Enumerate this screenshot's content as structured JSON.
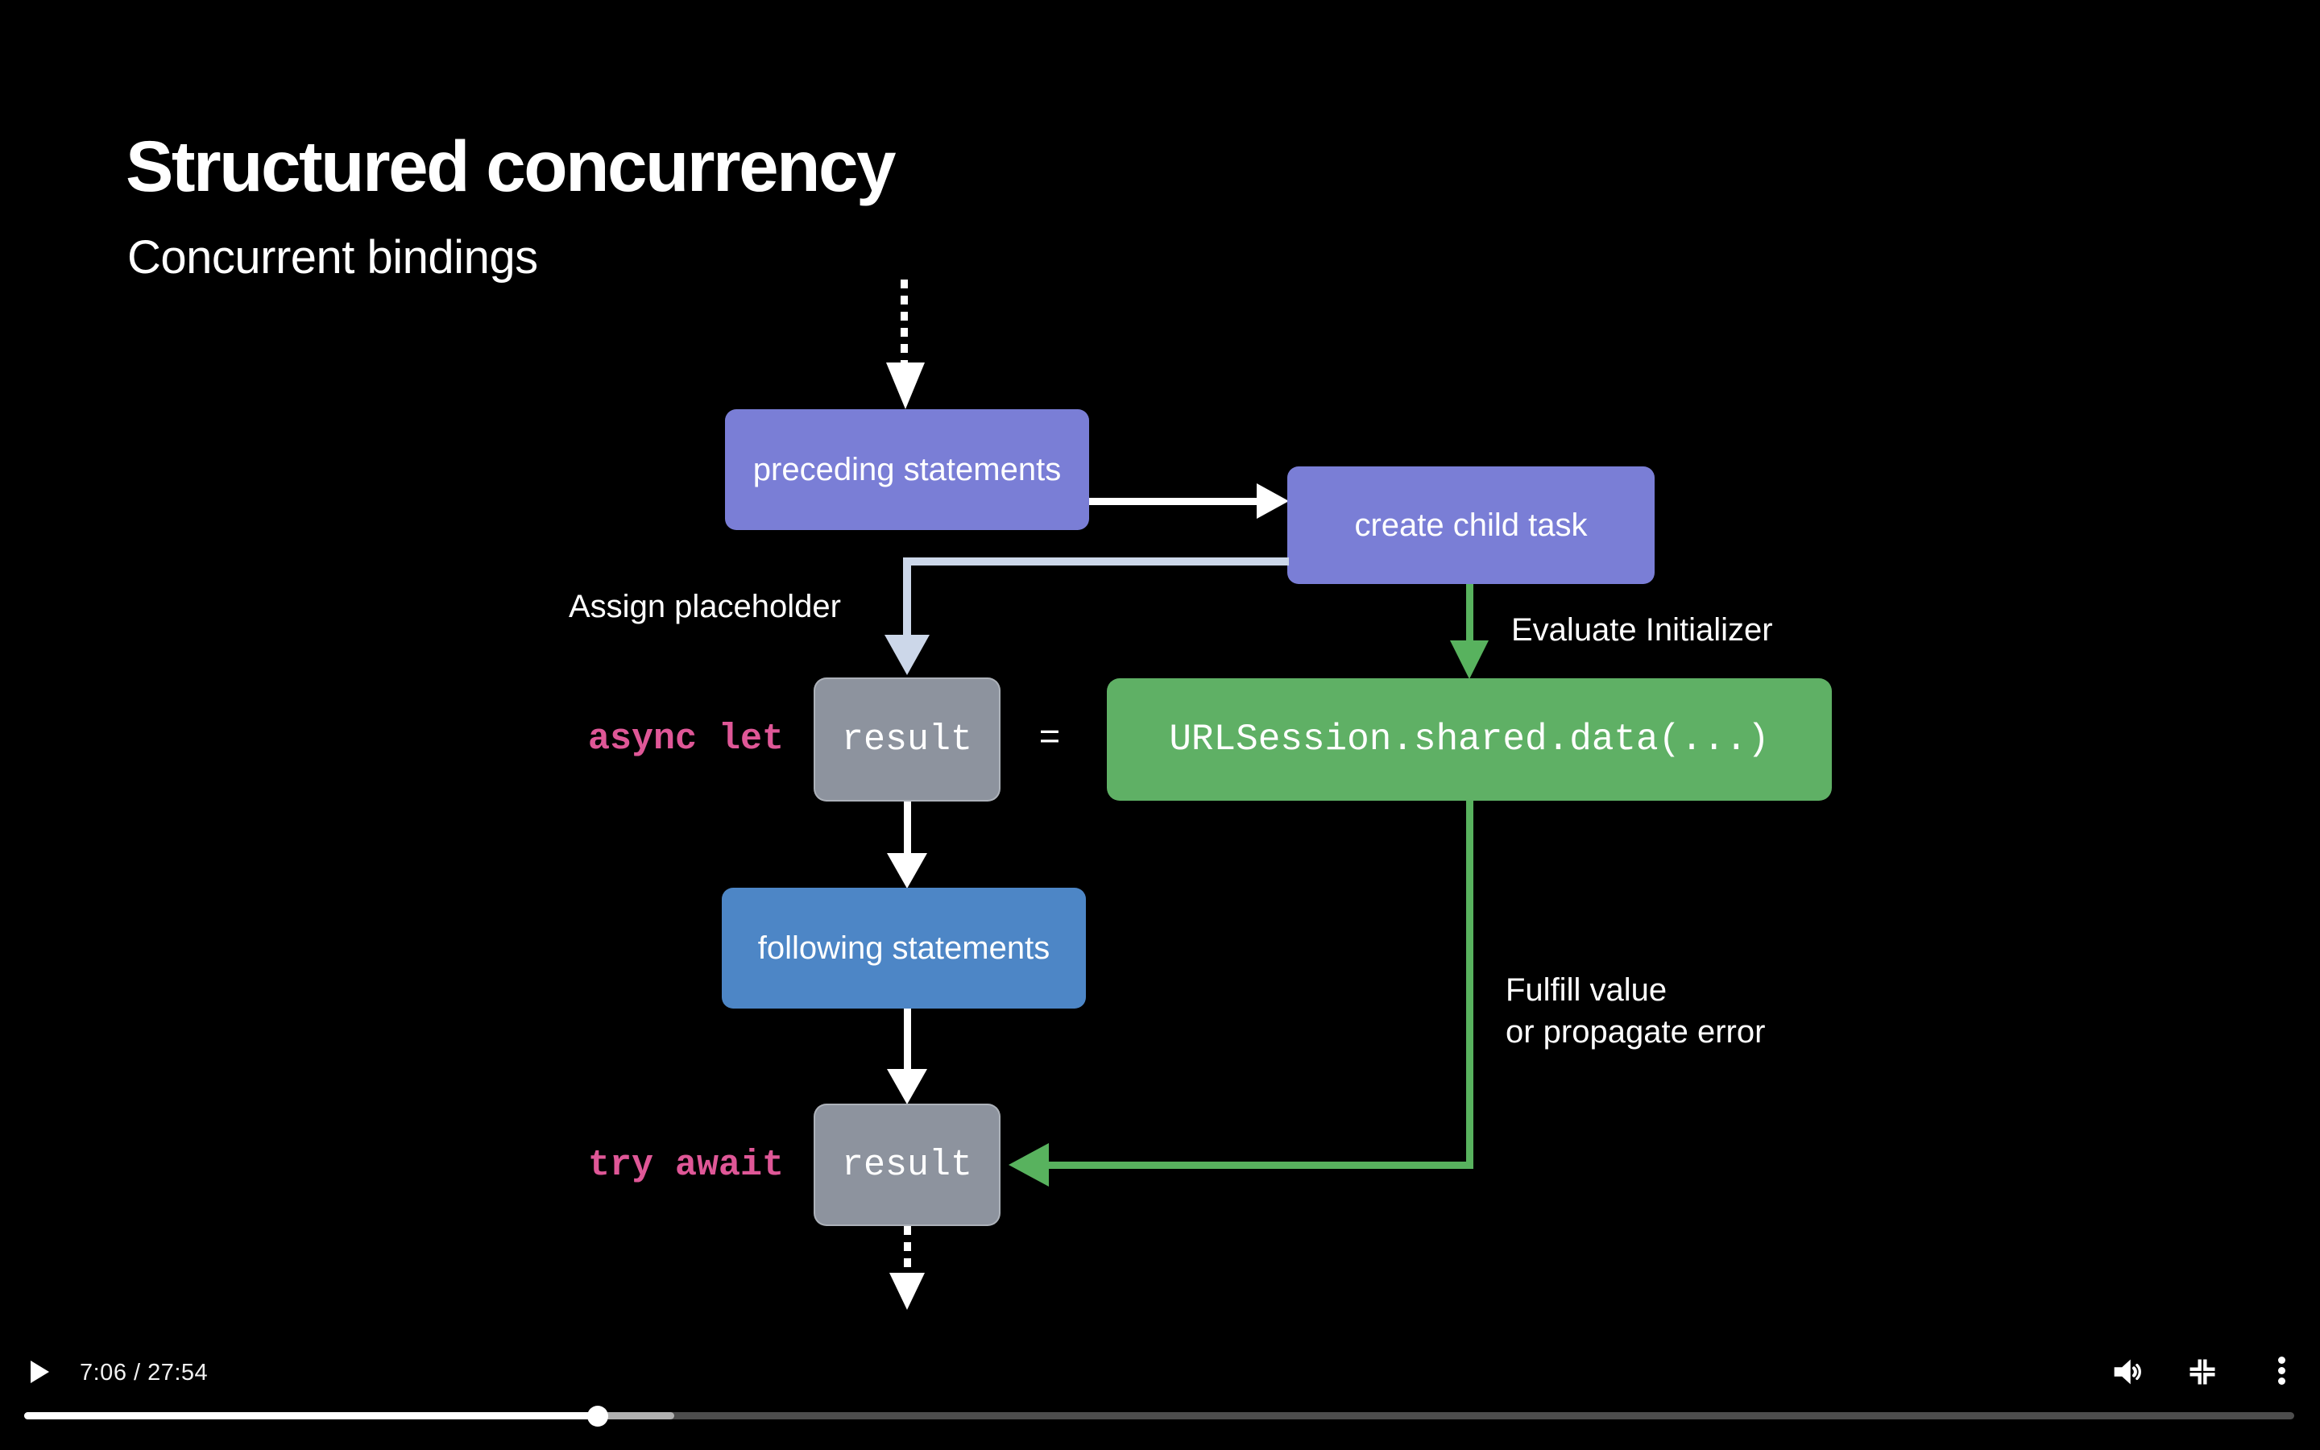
{
  "slide": {
    "title": "Structured concurrency",
    "subtitle": "Concurrent bindings",
    "nodes": {
      "preceding": "preceding statements",
      "create_child": "create child task",
      "result_declare": "result",
      "equals": "=",
      "initializer": "URLSession.shared.data(...)",
      "following": "following statements",
      "result_await": "result"
    },
    "code": {
      "async_let": "async let",
      "try_await": "try await"
    },
    "annotations": {
      "assign": "Assign placeholder",
      "evaluate": "Evaluate Initializer",
      "fulfill_line1": "Fulfill value",
      "fulfill_line2": "or propagate error"
    },
    "colors": {
      "task_purple": "#7a7ed6",
      "statements_blue": "#4d86c6",
      "initializer_green": "#5fb065",
      "arrow_green": "#58b25e",
      "result_gray": "#8d939e",
      "code_pink": "#df5797",
      "arrow_light": "#ccd7e9"
    }
  },
  "player": {
    "time_display": "7:06 / 27:54",
    "progress_played_pct": 25.26,
    "progress_buffered_pct": 28.64,
    "icons": {
      "play": "play-icon",
      "volume": "volume-icon",
      "exit_fullscreen": "exit-fullscreen-icon",
      "more": "more-options-icon"
    }
  }
}
